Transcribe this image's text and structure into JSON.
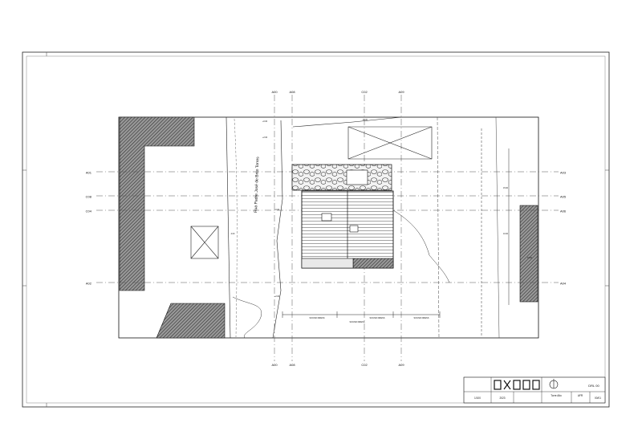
{
  "drawing": {
    "street_label": "Rua Padre José de Brito Torres",
    "axis_labels": {
      "top": [
        "A00",
        "A08",
        "C02",
        "A09"
      ],
      "left": [
        "A01",
        "C08",
        "C04",
        "A02"
      ],
      "right": [
        "A03",
        "A05",
        "A06",
        "A04"
      ],
      "bottom": [
        "A00",
        "A08",
        "C02",
        "A09"
      ]
    },
    "section_tags": [
      "SOUND DRESS",
      "SOUND DRESS",
      "SOUND DRESS",
      "SOUND DRESS"
    ],
    "small_notes": [
      "+0.00",
      "+2.00",
      "+0.00",
      "+2.00",
      "15.00",
      "15.00",
      "4.00",
      "10.00",
      "10.00"
    ]
  },
  "title_block": {
    "sheet_id": "DRL 00",
    "scale": "1/100",
    "date": "2023",
    "project": "Torre Alto",
    "drawn_by": "AFR",
    "page": "00/01"
  },
  "colors": {
    "line": "#111111",
    "grid_line": "#555555",
    "hatch": "#444444",
    "paper": "#ffffff"
  }
}
